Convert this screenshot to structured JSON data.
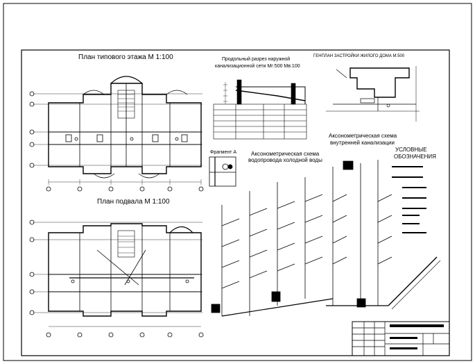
{
  "sheet": {
    "titles": {
      "typical_floor_plan": "План типового этажа М 1:100",
      "basement_plan": "План подвала М 1:100",
      "sewer_profile_line1": "Продольный разрез наружной",
      "sewer_profile_line2": "канализационной сети Мг:500 Мв:100",
      "site_plan": "ГЕНПЛАН ЗАСТРОЙКИ ЖИЛОГО ДОМА М:500",
      "axo_sewer_line1": "Аксонометрическая схема",
      "axo_sewer_line2": "внутренней канализации",
      "axo_water_line1": "Аксонометрическая схема",
      "axo_water_line2": "водопровода холодной воды",
      "fragment": "Фрагмент А",
      "legend_line1": "УСЛОВНЫЕ",
      "legend_line2": "ОБОЗНАЧЕНИЯ"
    }
  }
}
